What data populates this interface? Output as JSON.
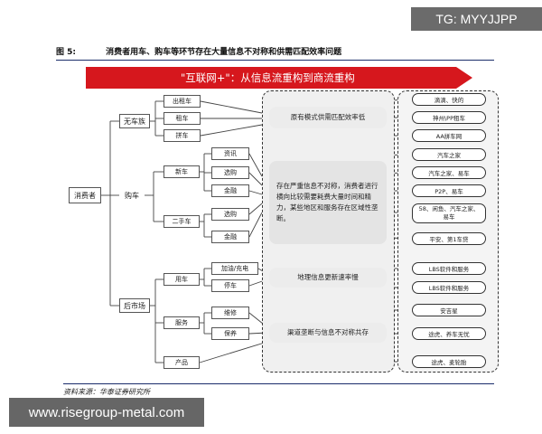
{
  "watermark_top": "TG: MYYJJPP",
  "watermark_bottom": "www.risegroup-metal.com",
  "figure": {
    "label": "图 5:",
    "title": "消费者用车、购车等环节存在大量信息不对称和供需匹配效率问题"
  },
  "banner": {
    "text": "\"互联网+\"：从信息流重构到商流重构",
    "color": "#d6171d"
  },
  "root": "消费者",
  "stages": {
    "use_no_car": "无车族",
    "buy": "购车",
    "after": "后市场"
  },
  "no_car_items": [
    "出租车",
    "租车",
    "拼车"
  ],
  "buy_groups": {
    "new_car": "新车",
    "used_car": "二手车",
    "new_items": [
      "资讯",
      "选购",
      "金融"
    ],
    "used_items": [
      "选购",
      "金融"
    ]
  },
  "after_groups": {
    "use_car": "用车",
    "service": "服务",
    "parts": "产品",
    "use_items": [
      "加油/充电",
      "停车"
    ],
    "service_items": [
      "维修",
      "保养"
    ]
  },
  "issues": {
    "no_car": "原有模式供需匹配效率低",
    "buy": "存在严重信息不对称，消费者进行横向比较需要耗费大量时间和精力，某些地区和服务存在区域性垄断。",
    "use_car": "地理信息更新速率慢",
    "service": "渠道垄断与信息不对称共存"
  },
  "solutions": [
    "滴滴、快的",
    "神州\\PP租车",
    "AA拼车网",
    "汽车之家",
    "汽车之家、易车",
    "P2P、易车",
    "58、闲鱼、汽车之家、易车",
    "平安、第1车贷",
    "LBS软件和服务",
    "LBS软件和服务",
    "安吉星",
    "途虎、养车无忧",
    "途虎、麦轮胎"
  ],
  "source": "资料来源：华泰证券研究所"
}
